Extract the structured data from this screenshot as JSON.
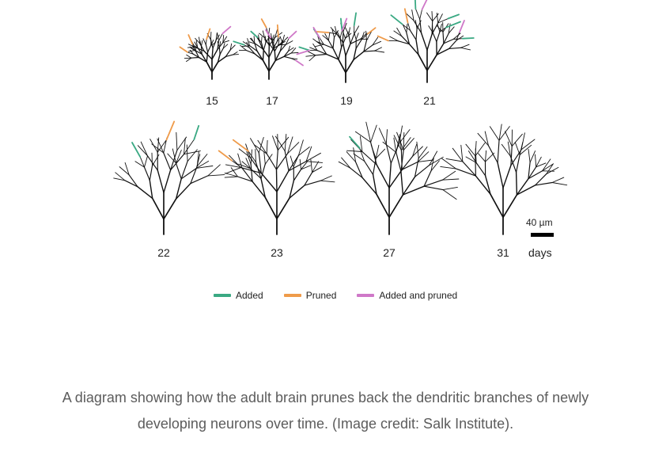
{
  "colors": {
    "added": "#3aa983",
    "pruned": "#ef9b4a",
    "added_and_pruned": "#cf78c8",
    "dendrite": "#111111"
  },
  "neurons": [
    {
      "day": "15",
      "added": 0,
      "pruned": 3,
      "added_and_pruned": 1
    },
    {
      "day": "17",
      "added": 2,
      "pruned": 2,
      "added_and_pruned": 3
    },
    {
      "day": "19",
      "added": 4,
      "pruned": 2,
      "added_and_pruned": 3
    },
    {
      "day": "21",
      "added": 5,
      "pruned": 2,
      "added_and_pruned": 2
    },
    {
      "day": "22",
      "added": 2,
      "pruned": 1,
      "added_and_pruned": 0
    },
    {
      "day": "23",
      "added": 0,
      "pruned": 2,
      "added_and_pruned": 0
    },
    {
      "day": "27",
      "added": 1,
      "pruned": 0,
      "added_and_pruned": 0
    },
    {
      "day": "31",
      "added": 0,
      "pruned": 0,
      "added_and_pruned": 0
    }
  ],
  "units_label": "days",
  "scale_bar": {
    "label": "40 µm"
  },
  "legend": [
    {
      "key": "added",
      "label": "Added"
    },
    {
      "key": "pruned",
      "label": "Pruned"
    },
    {
      "key": "added_and_pruned",
      "label": "Added and pruned"
    }
  ],
  "caption": "A diagram showing how the adult brain prunes back the dendritic branches of newly developing neurons over time. (Image credit: Salk Institute)."
}
